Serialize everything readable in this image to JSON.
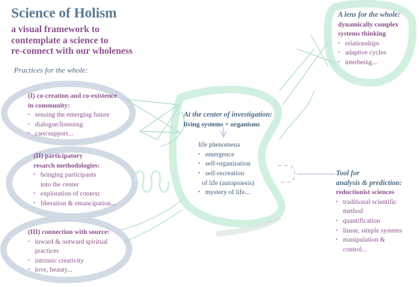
{
  "header": {
    "title": "Science of Holism",
    "subtitle": [
      "a visual framework to",
      "contemplate a science to",
      "re-connect with our wholeness"
    ]
  },
  "practices": {
    "heading": "Practices for the whole:",
    "groups": [
      {
        "title": [
          "(I) co-creation and co-existence",
          "in community:"
        ],
        "items": [
          "sensing the emerging future",
          "dialogue/listening",
          "care/support..."
        ]
      },
      {
        "title": [
          "(II) participatory",
          "resarch methodologies:"
        ],
        "items": [
          "bringing participants",
          "into the center",
          "exploration of context",
          "liberation & emancipation..."
        ]
      },
      {
        "title": [
          "(III) connection with source:"
        ],
        "items": [
          "inward & outward spiritual",
          "practices",
          "intrinsic creativity",
          "love, beauty..."
        ]
      }
    ]
  },
  "center": {
    "heading": "At the center of investigation:",
    "subheading": "living systems + organisms",
    "label": "life phenomena",
    "items": [
      "emergence",
      "self-organization",
      "self-recreation",
      "of life (autopoiesis)",
      "mystery of life..."
    ]
  },
  "lens": {
    "heading": "A lens for the whole:",
    "subheading": [
      "dynamically complex",
      "systems thinking"
    ],
    "items": [
      "relationships",
      "adaptive cycles",
      "interbeing..."
    ]
  },
  "tool": {
    "heading": [
      "Tool for",
      "analysis & prediction:"
    ],
    "subheading": "reductionist sciences",
    "items": [
      "traditional scientific",
      "method",
      "quantification",
      "linear, simple systems",
      "manipulation &",
      "control..."
    ]
  },
  "colors": {
    "title": "#587893",
    "purple": "#8a4f8d",
    "ellipse": "#c9d3e0",
    "green": "#cdeedd"
  }
}
